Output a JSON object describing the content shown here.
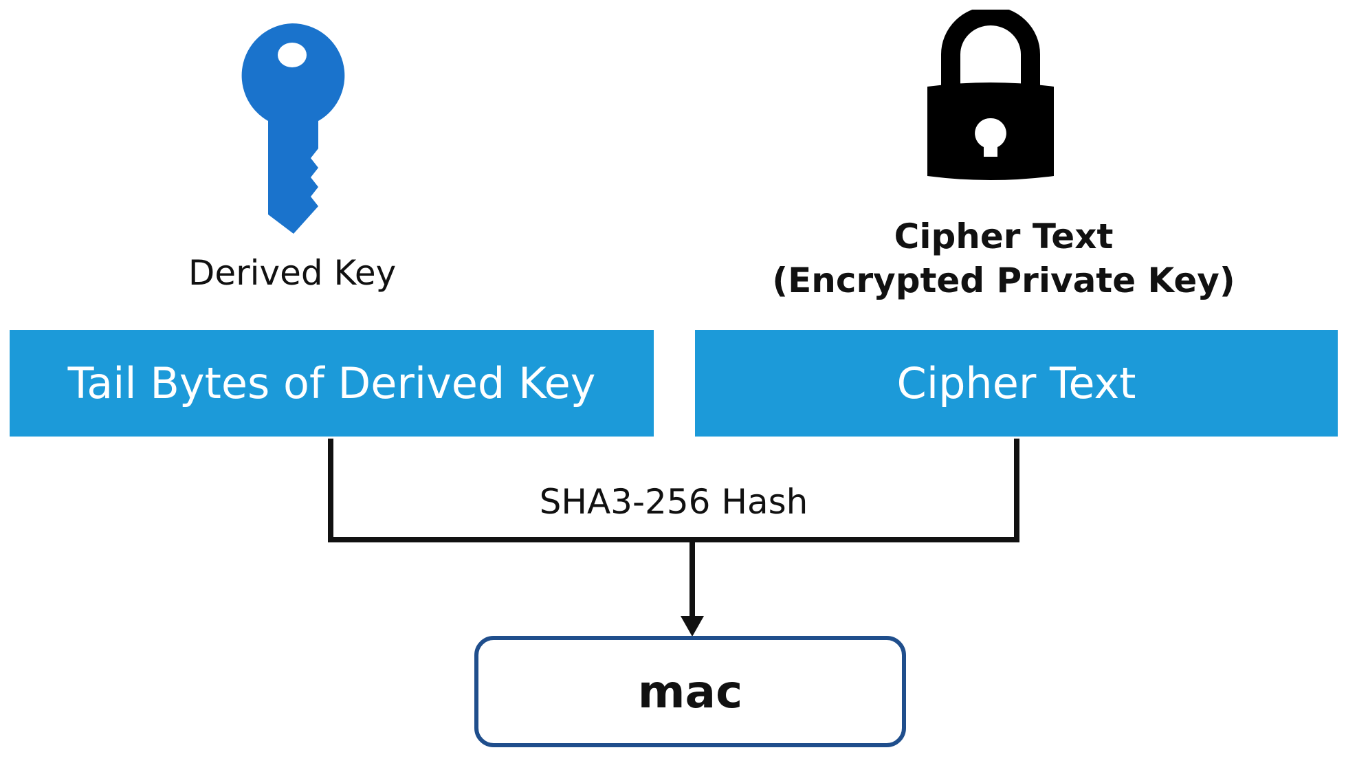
{
  "derived_key": {
    "icon": "key-icon",
    "label": "Derived Key"
  },
  "cipher_text_source": {
    "icon": "lock-icon",
    "title_line1": "Cipher Text",
    "title_line2": "(Encrypted Private Key)"
  },
  "boxes": {
    "left_label": "Tail Bytes of Derived Key",
    "right_label": "Cipher Text"
  },
  "operation": {
    "label": "SHA3-256 Hash"
  },
  "output": {
    "label": "mac"
  },
  "colors": {
    "key_blue": "#1a73cc",
    "box_blue": "#1c9ad9",
    "mac_border": "#1f4e8c",
    "connector": "#111111"
  }
}
